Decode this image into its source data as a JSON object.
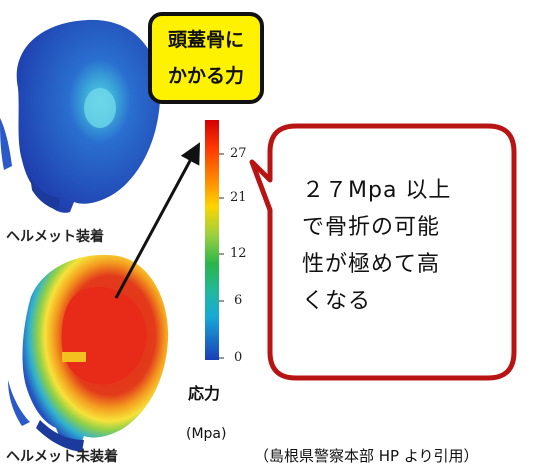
{
  "title_box": {
    "lines": [
      "頭蓋骨に",
      "かかる力"
    ]
  },
  "skulls": {
    "helmet_on": {
      "caption": "ヘルメット装着",
      "color": "#2855c8"
    },
    "helmet_off": {
      "caption": "ヘルメット未装着",
      "color": "#e8321e"
    }
  },
  "colorbar": {
    "ticks": [
      "27",
      "21",
      "12",
      "6",
      "0"
    ],
    "stress_label": "応力",
    "unit_label": "(Mpa)",
    "colors": [
      "#e00000",
      "#ff7a00",
      "#ffd400",
      "#2ab64a",
      "#18c0c0",
      "#1a3fb8"
    ]
  },
  "callout": {
    "lines": [
      "２７Mpa 以上",
      "で骨折の可能",
      "性が極めて高",
      "くなる"
    ],
    "border_color": "#b81414"
  },
  "source": "（島根県警察本部 HP より引用）"
}
